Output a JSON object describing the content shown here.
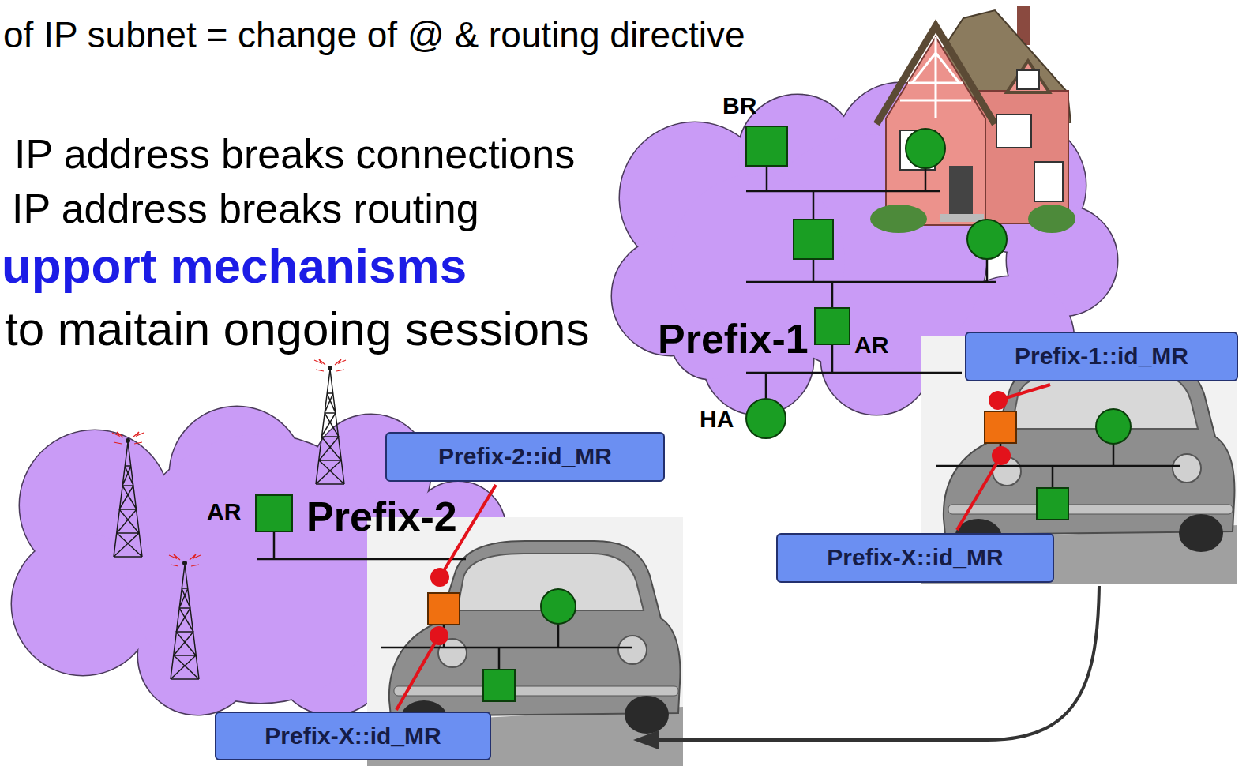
{
  "diagram": {
    "nodes": [
      {
        "text": [
          "Prefix-1"
        ]
      },
      {
        "text": [
          "Prefix-1::id_MR"
        ]
      },
      {
        "text": [
          "Prefix-2"
        ]
      },
      {
        "text": [
          "Prefix-2::id_MR"
        ]
      },
      {
        "text": [
          "Prefix-X::id_MR"
        ]
      },
      {
        "text": [
          "Prefix-X::id_MR"
        ]
      }
    ],
    "labels": [
      "of IP subnet = change of @ & routing directive",
      "BR",
      "IP address breaks connections",
      "IP address breaks routing",
      "upport mechanisms",
      "to maitain ongoing sessions",
      "AR",
      "HA",
      "AR"
    ]
  }
}
